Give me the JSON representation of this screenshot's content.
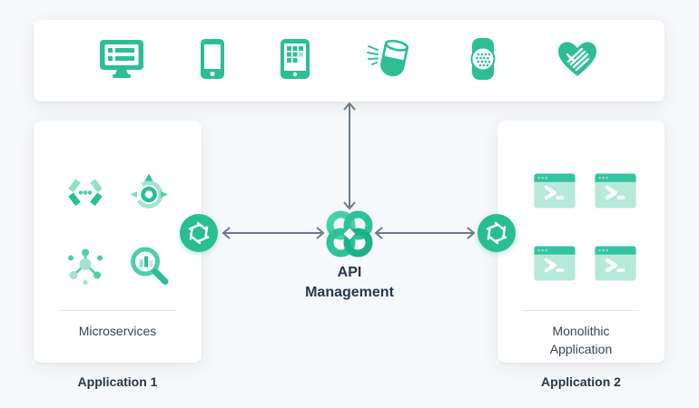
{
  "diagram_title": "API Management architecture diagram",
  "top_bar": {
    "icons": [
      "desktop-monitor",
      "smartphone",
      "tablet",
      "smart-speaker",
      "smartwatch",
      "heart-hands"
    ]
  },
  "application1": {
    "panel_label": "Microservices",
    "caption": "Application 1",
    "icons": [
      "code-brackets",
      "bot",
      "network-hub",
      "search-analytics"
    ],
    "gateway_icon": "aperture-gateway"
  },
  "center": {
    "title_line1": "API",
    "title_line2": "Management",
    "logo": "api-management-knot"
  },
  "application2": {
    "panel_label": "Monolithic Application",
    "caption": "Application 2",
    "icons": [
      "terminal-window",
      "terminal-window",
      "terminal-window",
      "terminal-window"
    ],
    "gateway_icon": "aperture-gateway"
  },
  "connectors": [
    "clients-to-api-vertical-arrow",
    "app1-to-api-arrow",
    "api-to-app2-arrow"
  ],
  "colors": {
    "teal": "#2dbe96",
    "teal_medium": "#4ccfa9",
    "teal_light": "#9fe4cf",
    "teal_pale": "#b5e9d9",
    "gateway_green": "#29be90",
    "arrow_gray": "#6b7b8c",
    "text_dark": "#24384d",
    "text_slate": "#33475b",
    "background": "#f7f8f9",
    "panel": "#ffffff"
  }
}
